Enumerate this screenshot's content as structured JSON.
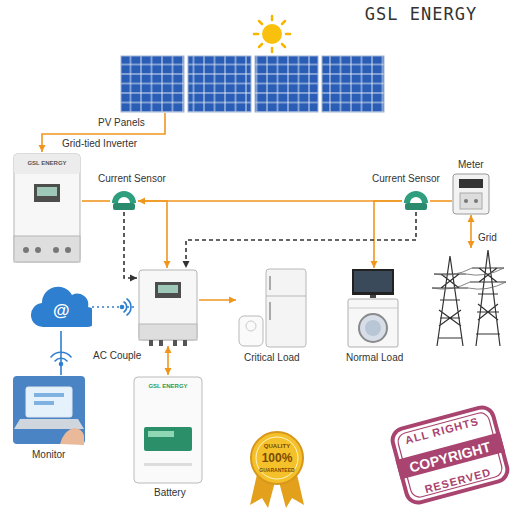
{
  "diagram": {
    "nodes": [
      {
        "text": [
          "PV Panels"
        ]
      },
      {
        "text": [
          "Grid-tied Inverter"
        ]
      },
      {
        "text": [
          "Current Sensor"
        ]
      },
      {
        "text": [
          "Current Sensor"
        ]
      },
      {
        "text": [
          "Meter"
        ]
      },
      {
        "text": [
          "Grid"
        ]
      },
      {
        "text": [
          "@"
        ]
      },
      {
        "text": [
          "AC Couple"
        ]
      },
      {
        "text": [
          "Critical Load"
        ]
      },
      {
        "text": [
          "Normal Load"
        ]
      },
      {
        "text": [
          "Monitor"
        ]
      },
      {
        "text": [
          "Battery"
        ]
      }
    ],
    "edges": [
      {
        "from": 0,
        "to": 1,
        "arrow": "to"
      },
      {
        "from": 1,
        "to": 2,
        "arrow": "none"
      },
      {
        "from": 2,
        "to": 3,
        "arrow": "none"
      },
      {
        "from": 3,
        "to": 4,
        "arrow": "none"
      },
      {
        "from": 4,
        "to": 5,
        "arrow": "both"
      },
      {
        "from": 2,
        "to": 7,
        "arrow": "both"
      },
      {
        "from": 3,
        "to": 9,
        "arrow": "to"
      },
      {
        "from": 7,
        "to": 8,
        "arrow": "to"
      },
      {
        "from": 7,
        "to": 11,
        "arrow": "both"
      },
      {
        "from": 2,
        "to": 7,
        "arrow": "to"
      },
      {
        "from": 3,
        "to": 7,
        "arrow": "to"
      },
      {
        "from": 6,
        "to": 7,
        "arrow": "none"
      },
      {
        "from": 6,
        "to": 10,
        "arrow": "none"
      }
    ],
    "labels": [
      "GSL ENERGY",
      "GSL ENERGY",
      "GSL ENERGY",
      "QUALITY",
      "100%",
      "GUARANTEED",
      "ALL RIGHTS",
      "COPYRIGHT",
      "RESERVED"
    ]
  }
}
